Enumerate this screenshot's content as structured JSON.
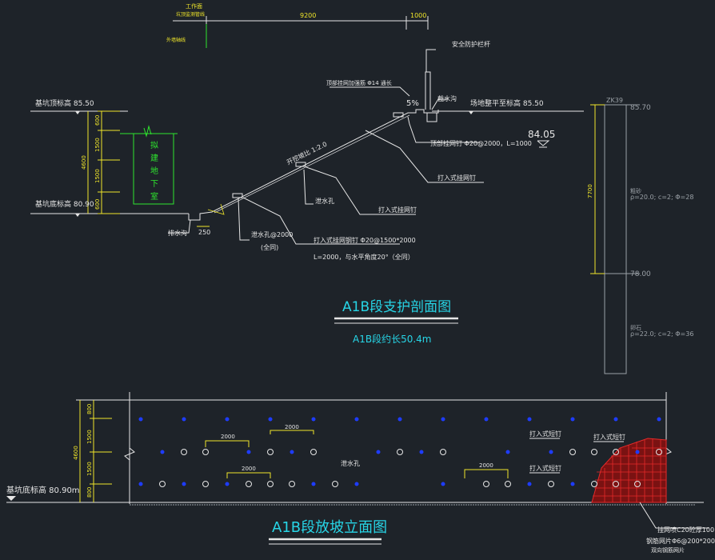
{
  "top_dims": {
    "label_workface": "工作面",
    "label_monitor": "坑顶监测管线",
    "label_redline": "外墙轴线",
    "dim1": "9200",
    "dim2": "1000"
  },
  "section": {
    "railing": "安全防护栏杆",
    "mesh_bar": "顶部挂网加强筋 Φ14 通长",
    "slope_pct": "5%",
    "drain_top": "截水沟",
    "ground_label": "场地整平至标高 85.50",
    "top_elev_label": "基坑顶标高 85.50",
    "bottom_elev_label": "基坑底标高 80.90",
    "nail_top": "顶部挂网钉 Φ20@2000，L=1000",
    "elev_mark": "84.05",
    "slope_ratio": "开挖坡比 1:2.0",
    "nail_a": "打入式挂网钉",
    "nail_b": "打入式挂网钉",
    "drain_hole": "泄水孔",
    "drain_hole_spacing": "泄水孔@2000",
    "drain_hole_note": "(全同)",
    "nail_spec": "打入式挂网钢钉 Φ20@1500*2000",
    "nail_spec2": "L=2000，与水平角度20°（全同）",
    "ditch": "排水沟",
    "ditch_w": "250",
    "building": [
      "拟",
      "建",
      "地",
      "下",
      "室"
    ],
    "vdims": [
      "600",
      "1500",
      "1500",
      "600"
    ],
    "total_h": "4600",
    "title": "A1B段支护剖面图",
    "subtitle": "A1B段约长50.4m"
  },
  "borehole": {
    "id": "ZK39",
    "top": "85.70",
    "mid": "78.00",
    "depth": "7700",
    "layer1_name": "粗砂",
    "layer1_params": "ρ=20.0; c=2; Φ=28",
    "layer2_name": "卵石",
    "layer2_params": "ρ=22.0; c=2; Φ=36"
  },
  "elevation": {
    "bottom_label": "基坑底标高 80.90m",
    "vdims": [
      "800",
      "1500",
      "1500",
      "800"
    ],
    "total_h": "4600",
    "dim_2000": "2000",
    "nail_label_1": "打入式短钉",
    "nail_label_2": "打入式短钉",
    "nail_label_3": "打入式短钉",
    "drain_hole": "泄水孔",
    "shotcrete": "挂网喷C20砼厚100",
    "mesh": "钢筋网片Φ6@200*200",
    "mesh2": "双向钢筋网片",
    "title": "A1B段放坡立面图"
  }
}
